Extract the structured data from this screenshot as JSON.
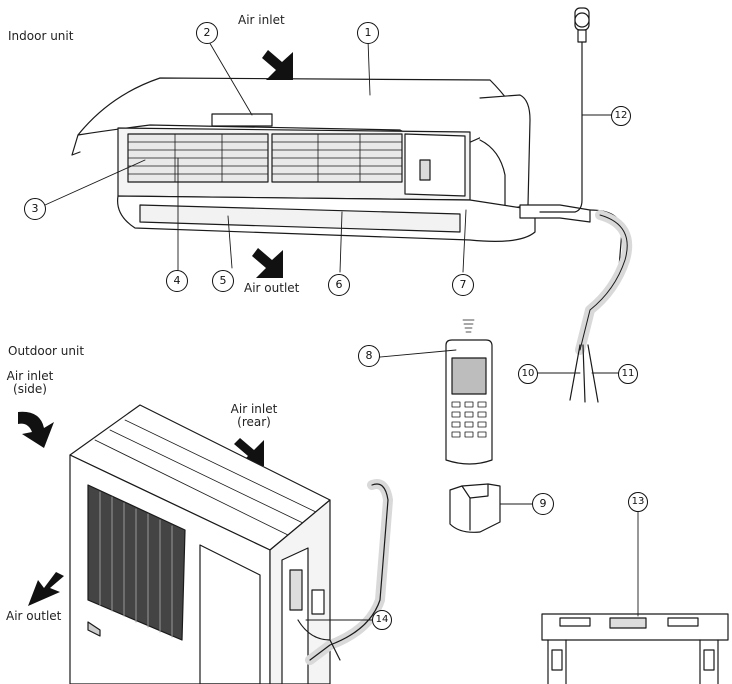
{
  "sections": {
    "indoor": "Indoor unit",
    "outdoor": "Outdoor unit"
  },
  "labels": {
    "indoor_air_inlet": "Air inlet",
    "indoor_air_outlet": "Air outlet",
    "outdoor_air_inlet_side_1": "Air inlet",
    "outdoor_air_inlet_side_2": "(side)",
    "outdoor_air_inlet_rear_1": "Air inlet",
    "outdoor_air_inlet_rear_2": "(rear)",
    "outdoor_air_outlet": "Air outlet"
  },
  "callouts": {
    "c1": "1",
    "c2": "2",
    "c3": "3",
    "c4": "4",
    "c5": "5",
    "c6": "6",
    "c7": "7",
    "c8": "8",
    "c9": "9",
    "c10": "10",
    "c11": "11",
    "c12": "12",
    "c13": "13",
    "c14": "14"
  },
  "colors": {
    "line": "#1a1a1a",
    "fill": "#ffffff",
    "shade": "#e6e6e6",
    "arrow": "#111111"
  }
}
